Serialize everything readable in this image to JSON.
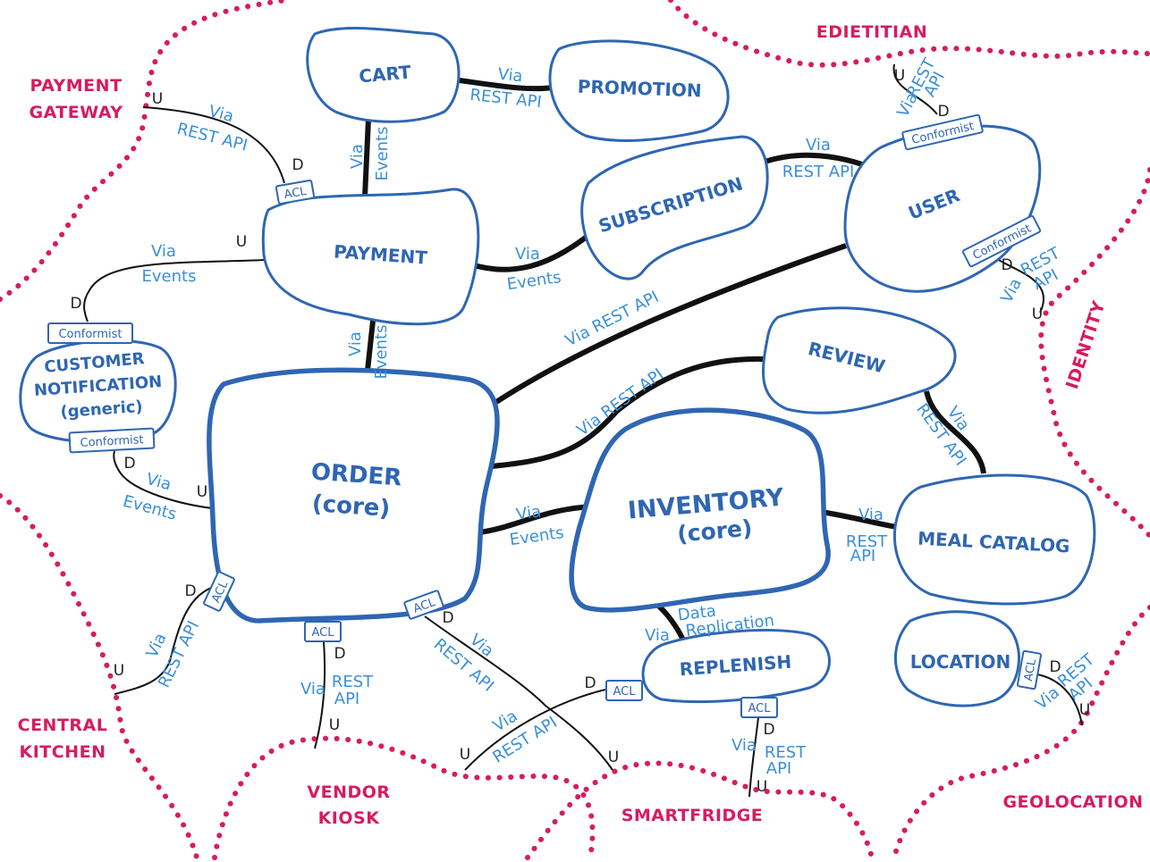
{
  "contexts": {
    "payment_gateway": [
      "PAYMENT",
      "GATEWAY"
    ],
    "edietitian": "EDIETITIAN",
    "identity": "IDENTITY",
    "central_kitchen": [
      "CENTRAL",
      "KITCHEN"
    ],
    "vendor_kiosk": [
      "VENDOR",
      "KIOSK"
    ],
    "smartfridge": "SMARTFRIDGE",
    "geolocation": "GEOLOCATION"
  },
  "contexts_colors": {
    "context": "#d81b60",
    "bounded_context": "#2f66b3",
    "relation_label": "#3a8fd9",
    "link": "#111111"
  },
  "bounded": {
    "cart": "CART",
    "promotion": "PROMOTION",
    "payment": "PAYMENT",
    "subscription": "SUBSCRIPTION",
    "user": "USER",
    "review": "REVIEW",
    "customer_notification": [
      "CUSTOMER",
      "NOTIFICATION",
      "(generic)"
    ],
    "order": [
      "ORDER",
      "(core)"
    ],
    "inventory": [
      "INVENTORY",
      "(core)"
    ],
    "meal_catalog": "MEAL CATALOG",
    "replenish": "REPLENISH",
    "location": "LOCATION"
  },
  "tags": {
    "acl": "ACL",
    "conformist": "Conformist"
  },
  "marks": {
    "upstream": "U",
    "downstream": "D"
  },
  "relations": {
    "via": "Via",
    "rest_api": "REST API",
    "events": "Events",
    "api": "API",
    "rest": "REST",
    "via_rest_api": "Via REST API",
    "data": "Data",
    "replication": "Replication"
  }
}
